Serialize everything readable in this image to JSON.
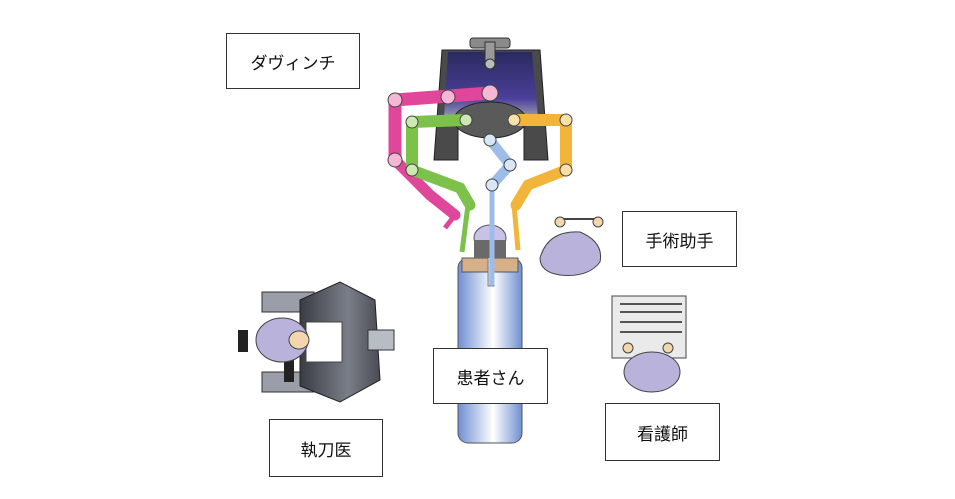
{
  "labels": {
    "davinci": "ダヴィンチ",
    "assistant": "手術助手",
    "patient": "患者さん",
    "surgeon": "執刀医",
    "nurse": "看護師"
  },
  "colors": {
    "arm_pink": "#e0469a",
    "arm_green": "#7cc24a",
    "arm_yellow": "#f2b53a",
    "arm_blue": "#9dbde8",
    "tower_dark": "#2a2a5e",
    "console_gray": "#6b6e76",
    "gown_lavender": "#b9b3dc",
    "bed_blue": "#6f8fd2"
  }
}
